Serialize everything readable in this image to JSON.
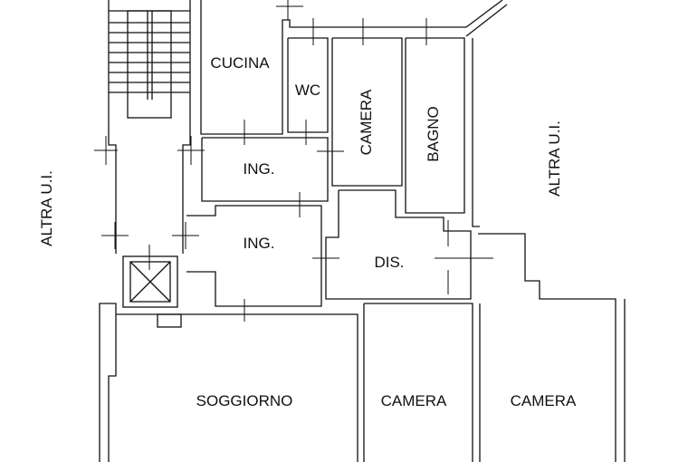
{
  "plan": {
    "rooms": {
      "cucina": "CUCINA",
      "wc": "WC",
      "camera_top": "CAMERA",
      "bagno": "BAGNO",
      "ingresso_1": "ING.",
      "ingresso_2": "ING.",
      "disimpegno": "DIS.",
      "soggiorno": "SOGGIORNO",
      "camera_bottom_mid": "CAMERA",
      "camera_bottom_right": "CAMERA"
    },
    "neighbours": {
      "left": "ALTRA U.I.",
      "right": "ALTRA U.I."
    }
  }
}
